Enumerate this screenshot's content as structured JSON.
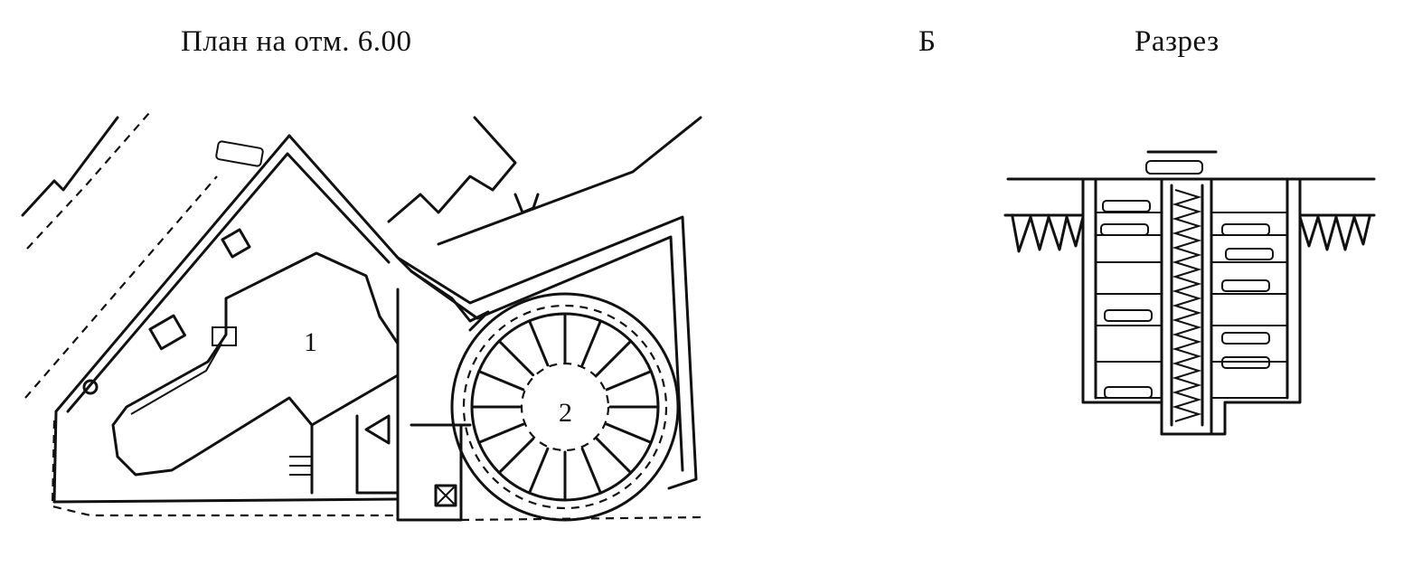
{
  "captions": {
    "plan": "План на отм. 6.00",
    "b": "Б",
    "section": "Разрез"
  },
  "labels": {
    "zone1": "1",
    "zone2": "2"
  }
}
